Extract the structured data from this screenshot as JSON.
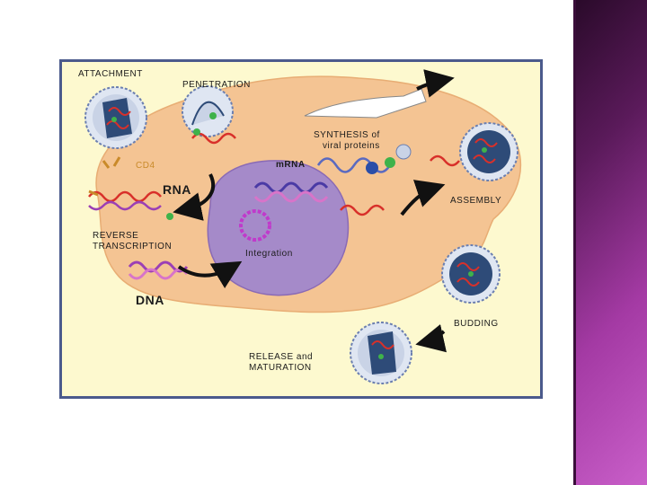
{
  "labels": {
    "attachment": "ATTACHMENT",
    "penetration": "PENETRATION",
    "synthesis_line1": "SYNTHESIS of",
    "synthesis_line2": "viral proteins",
    "mrna": "mRNA",
    "cd4": "CD4",
    "rna": "RNA",
    "assembly": "ASSEMBLY",
    "reverse": "REVERSE",
    "transcription": "TRANSCRIPTION",
    "integration": "Integration",
    "dna": "DNA",
    "budding": "BUDDING",
    "release_line1": "RELEASE and",
    "release_line2": "MATURATION"
  },
  "colors": {
    "cell": "#f4c493",
    "nucleus": "#a58ac9",
    "background": "#fdf9cf",
    "frame": "#4b5a8c",
    "rna": "#d8302a",
    "dna": "#9b3fb5",
    "virus_shell": "#c9d3e6",
    "virus_core": "#2e4b78",
    "protein": "#3fb24a",
    "side_panel": "#a43aa4"
  }
}
